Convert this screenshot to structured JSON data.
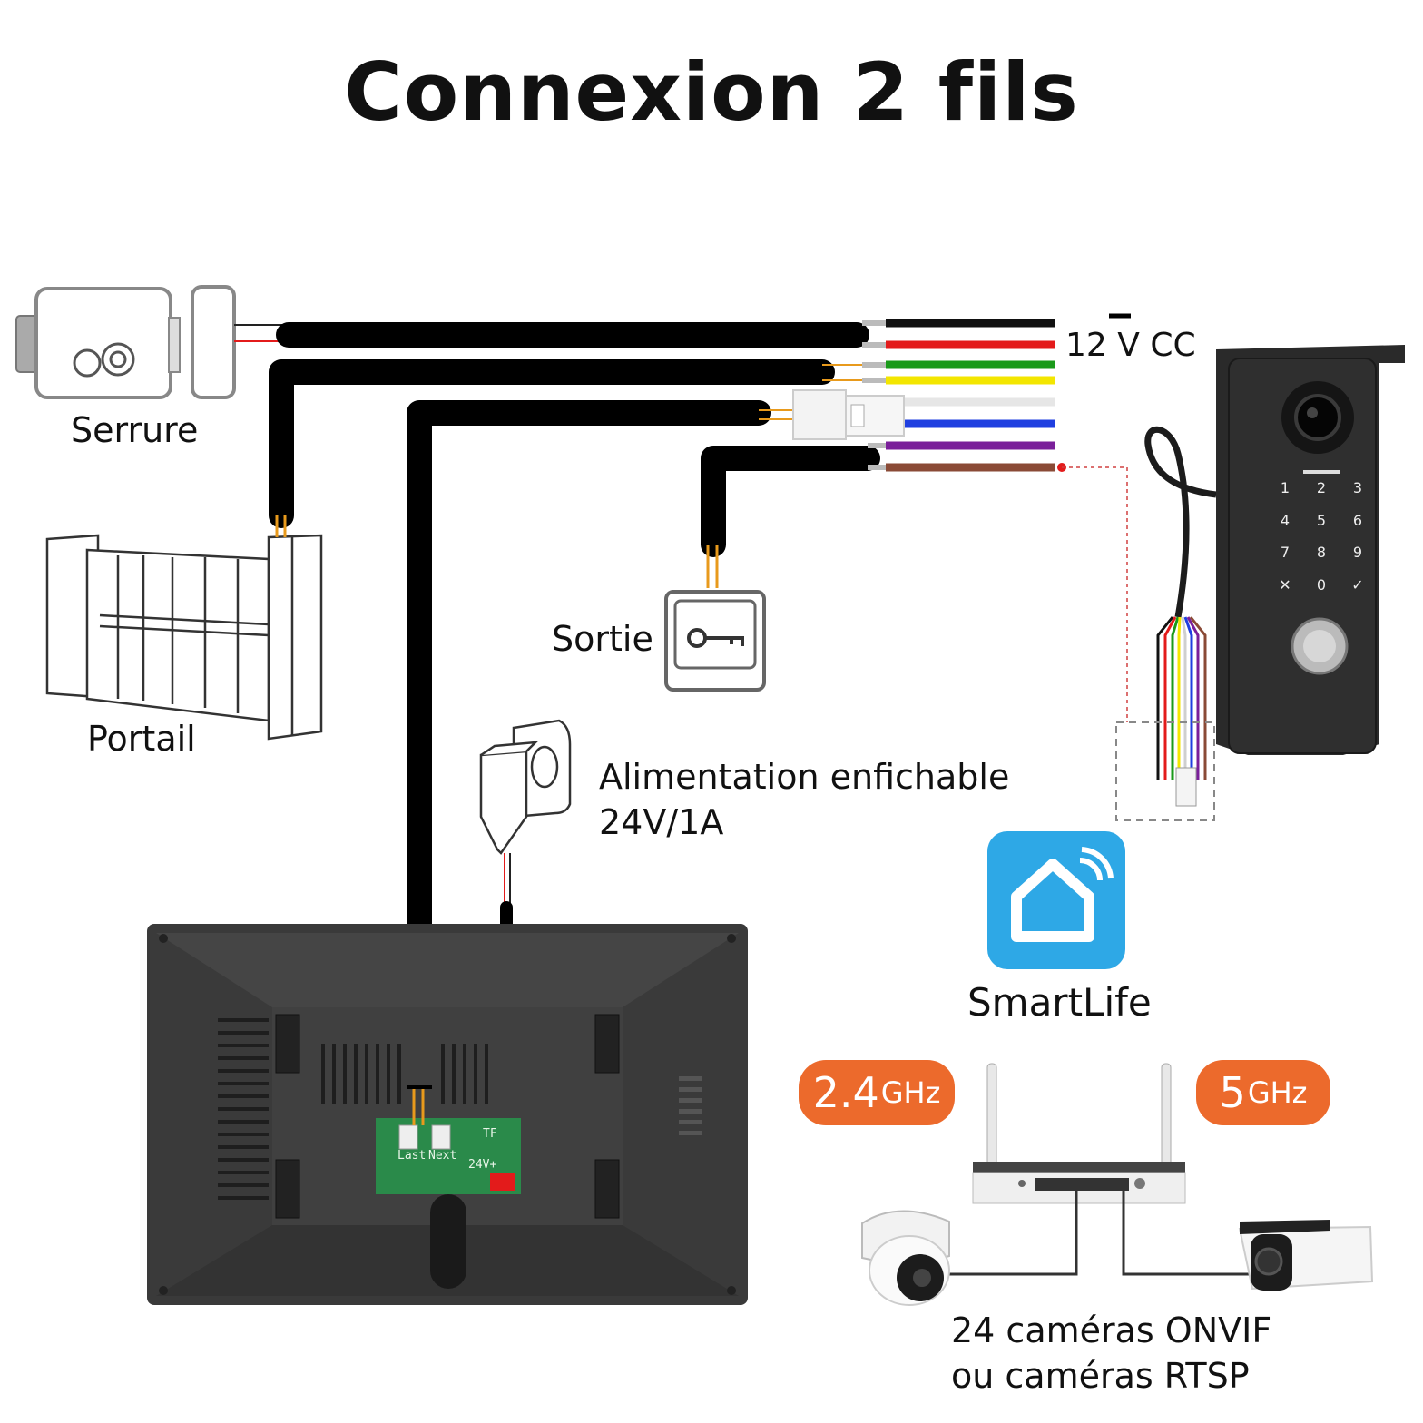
{
  "title": "Connexion 2 fils",
  "labels": {
    "lock": "Serrure",
    "gate": "Portail",
    "exit": "Sortie",
    "voltage": "12 V CC",
    "power_line1": "Alimentation enfichable",
    "power_line2": "24V/1A",
    "app": "SmartLife",
    "cams_line1": "24 caméras ONVIF",
    "cams_line2": "ou caméras RTSP"
  },
  "wifi": {
    "band1_value": "2.4",
    "band1_unit": "GHz",
    "band2_value": "5",
    "band2_unit": "GHz"
  },
  "keypad": [
    "1",
    "2",
    "3",
    "4",
    "5",
    "6",
    "7",
    "8",
    "9",
    "✕",
    "0",
    "✓"
  ],
  "monitor_board": {
    "last": "Last",
    "next": "Next",
    "tf": "TF",
    "power": "24V+"
  },
  "colors": {
    "accent": "#ec6a2c",
    "app_blue": "#2ea8e6",
    "wires": [
      "#111111",
      "#e31b1b",
      "#1a9a1a",
      "#f3e600",
      "#eeeeee",
      "#1f3fe0",
      "#7a1f9a",
      "#8a4a36"
    ]
  },
  "icons": [
    "lock-icon",
    "gate-icon",
    "exit-key-icon",
    "power-adapter-icon",
    "smartlife-icon",
    "router-icon",
    "dome-camera-icon",
    "bullet-camera-icon",
    "doorbell-icon",
    "monitor-icon"
  ]
}
